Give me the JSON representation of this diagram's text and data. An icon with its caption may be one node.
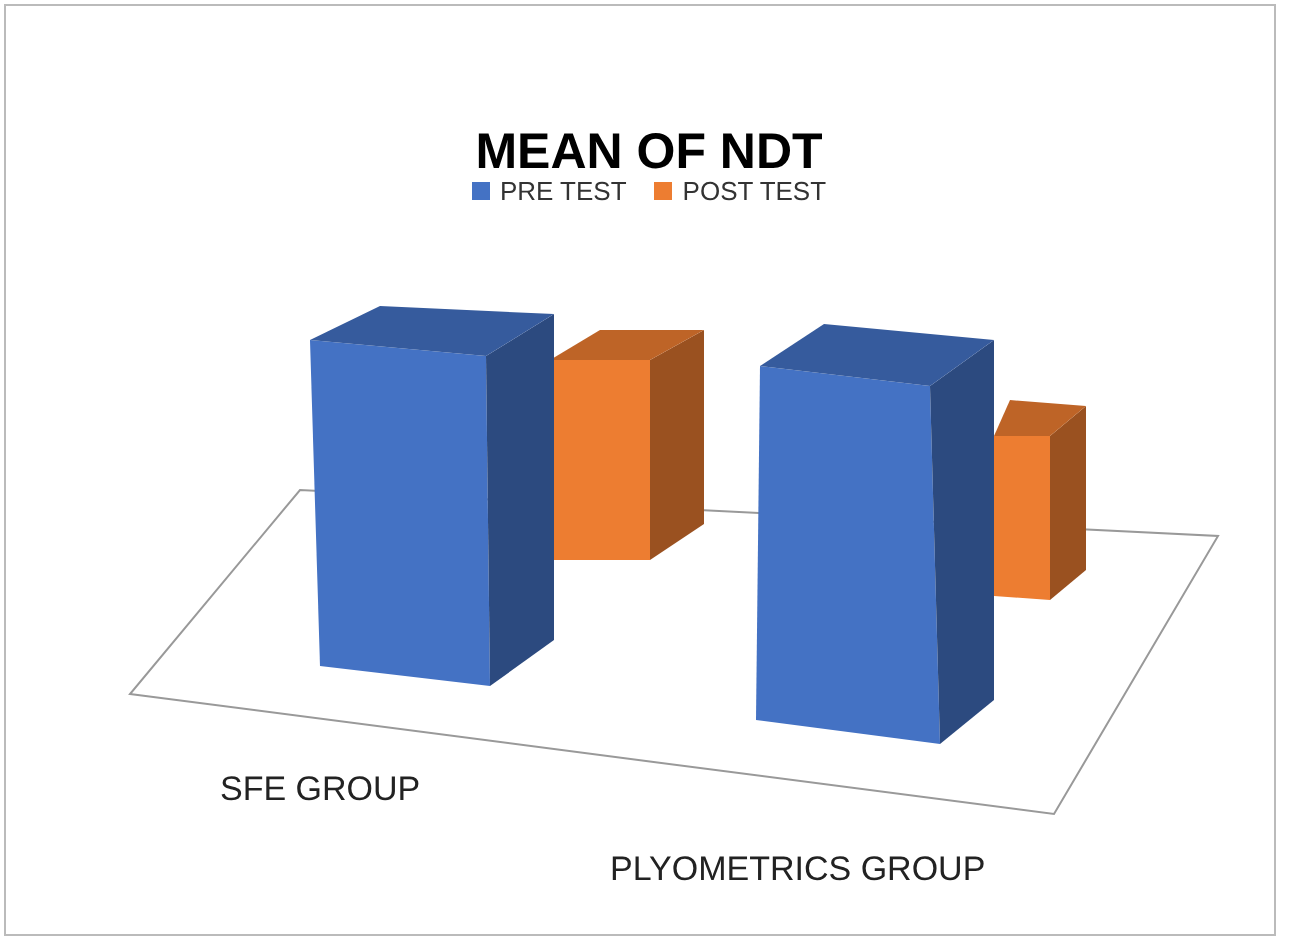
{
  "diagram": {
    "title": "MEAN OF NDT",
    "labels": [
      "SFE GROUP",
      "PLYOMETRICS GROUP"
    ],
    "legend": [
      {
        "text": "PRE TEST",
        "color": "#4472c4"
      },
      {
        "text": "POST TEST",
        "color": "#ed7d31"
      }
    ]
  }
}
